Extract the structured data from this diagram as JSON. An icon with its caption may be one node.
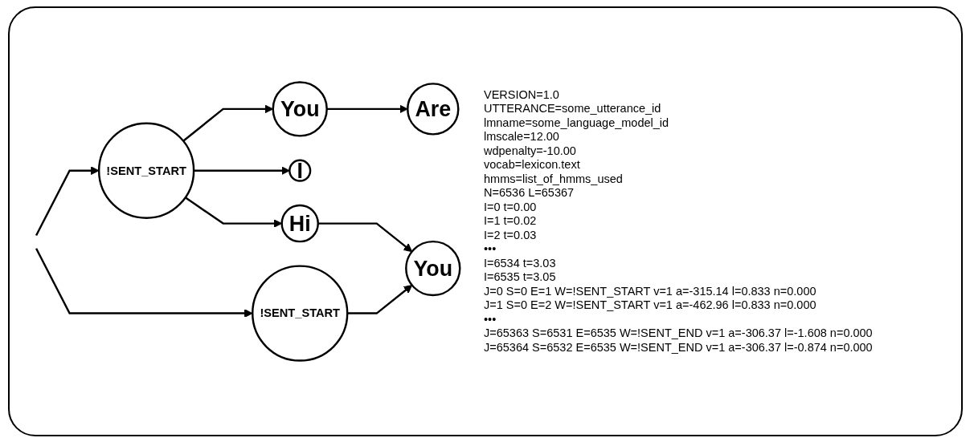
{
  "diagram": {
    "nodes": [
      {
        "text": [
          "!SENT_START"
        ]
      },
      {
        "text": [
          "You"
        ]
      },
      {
        "text": [
          "Are"
        ]
      },
      {
        "text": [
          "I"
        ]
      },
      {
        "text": [
          "Hi"
        ]
      },
      {
        "text": [
          "You"
        ]
      },
      {
        "text": [
          "!SENT_START"
        ]
      }
    ],
    "edges": [
      {
        "from": null,
        "to": 0,
        "arrow": "to"
      },
      {
        "from": null,
        "to": 6,
        "arrow": "to"
      },
      {
        "from": 0,
        "to": 1,
        "arrow": "to"
      },
      {
        "from": 1,
        "to": 2,
        "arrow": "to"
      },
      {
        "from": 0,
        "to": 3,
        "arrow": "to"
      },
      {
        "from": 0,
        "to": 4,
        "arrow": "to"
      },
      {
        "from": 4,
        "to": 5,
        "arrow": "to"
      },
      {
        "from": 6,
        "to": 5,
        "arrow": "to"
      }
    ],
    "labels": [
      "VERSION=1.0",
      "UTTERANCE=some_utterance_id",
      "lmname=some_language_model_id",
      "lmscale=12.00",
      "wdpenalty=-10.00",
      "vocab=lexicon.text",
      "hmms=list_of_hmms_used",
      "N=6536 L=65367",
      "I=0 t=0.00",
      "I=1 t=0.02",
      "I=2 t=0.03",
      "•••",
      "I=6534 t=3.03",
      "I=6535 t=3.05",
      "J=0 S=0 E=1 W=!SENT_START v=1 a=-315.14 l=0.833 n=0.000",
      "J=1 S=0 E=2 W=!SENT_START v=1 a=-462.96 l=0.833 n=0.000",
      "•••",
      "J=65363 S=6531 E=6535 W=!SENT_END v=1 a=-306.37 l=-1.608 n=0.000",
      "J=65364 S=6532 E=6535 W=!SENT_END v=1 a=-306.37 l=-0.874 n=0.000"
    ]
  }
}
